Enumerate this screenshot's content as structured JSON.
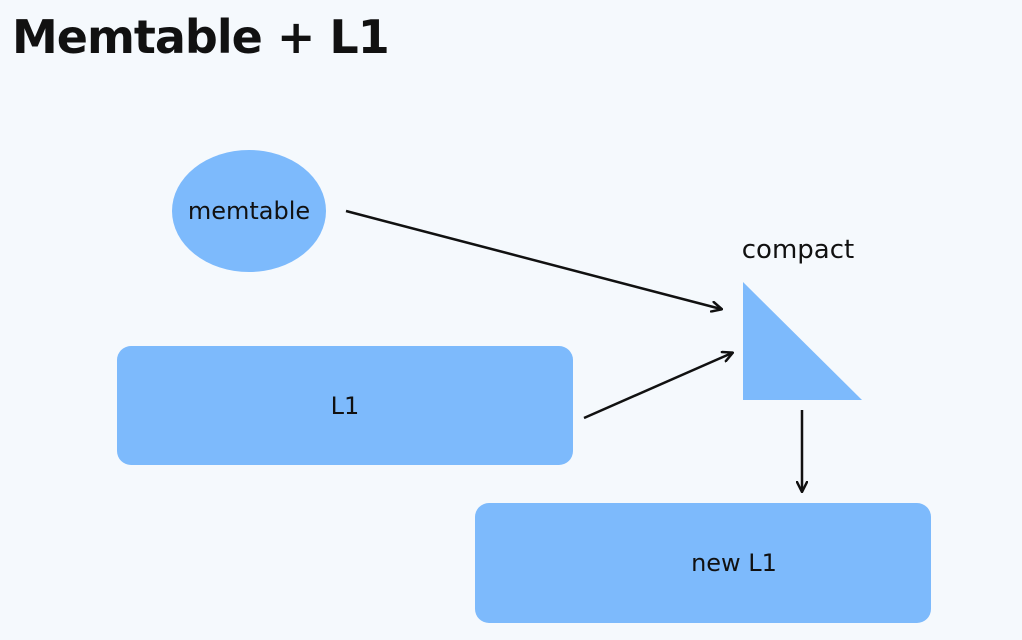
{
  "title": "Memtable + L1",
  "nodes": {
    "memtable": "memtable",
    "l1": "L1",
    "compact": "compact",
    "new_l1": "new L1"
  },
  "colors": {
    "background": "#f5f9fd",
    "node_fill": "#7dbafc",
    "arrow": "#111111",
    "text": "#111111"
  }
}
